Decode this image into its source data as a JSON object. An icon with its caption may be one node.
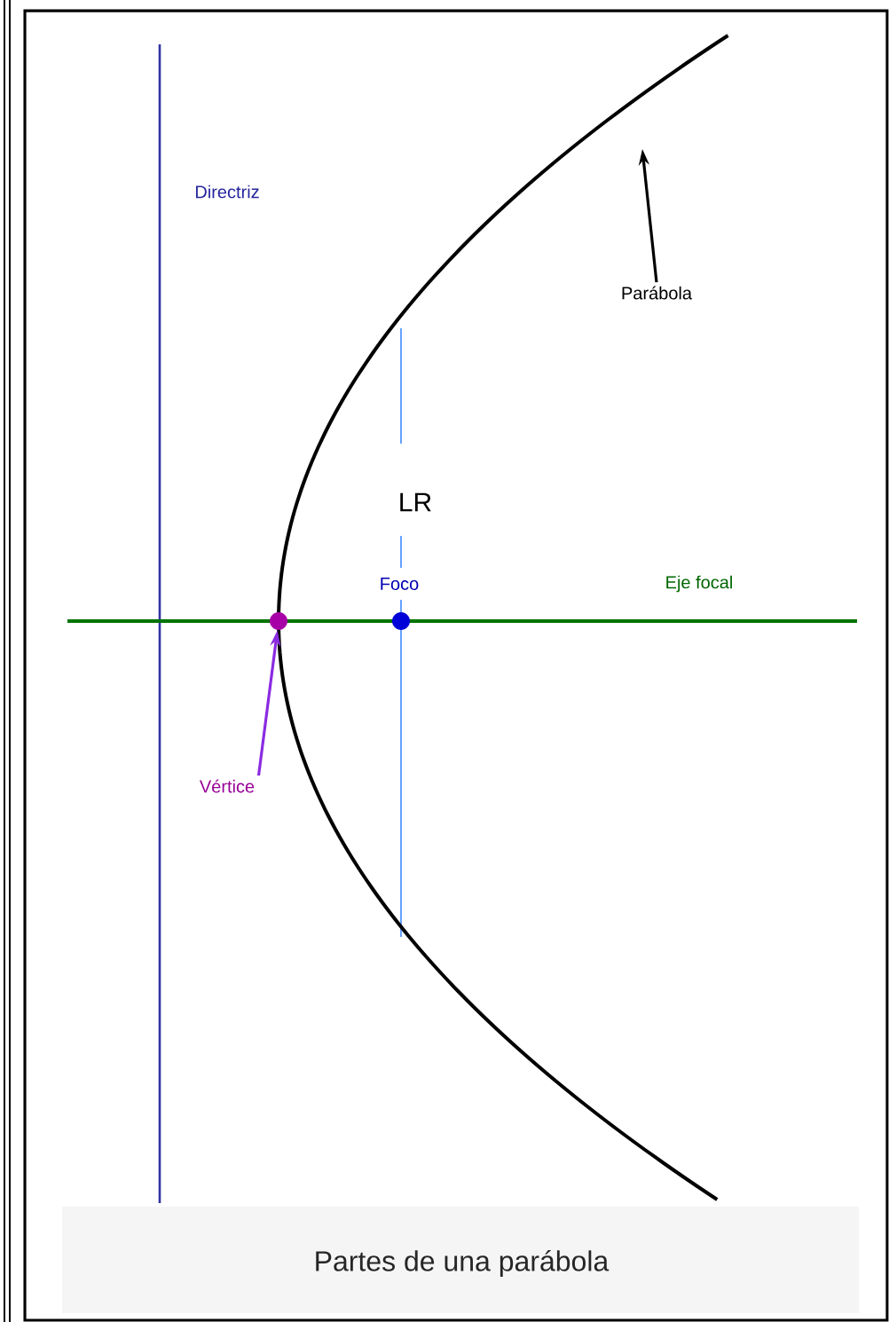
{
  "diagram": {
    "caption": "Partes de una parábola",
    "nodes": [
      {
        "text": [
          "Parábola"
        ]
      },
      {
        "text": [
          "Vértice"
        ]
      },
      {
        "text": [],
        "shape": "circle"
      }
    ],
    "edges": [
      {
        "from": 0,
        "to": null,
        "arrow": "to",
        "color": "#000000"
      },
      {
        "from": 1,
        "to": 2,
        "arrow": "to",
        "color": "#8a2be2"
      }
    ],
    "labels": [
      "Directriz",
      "LR",
      "Foco",
      "Eje focal"
    ]
  }
}
